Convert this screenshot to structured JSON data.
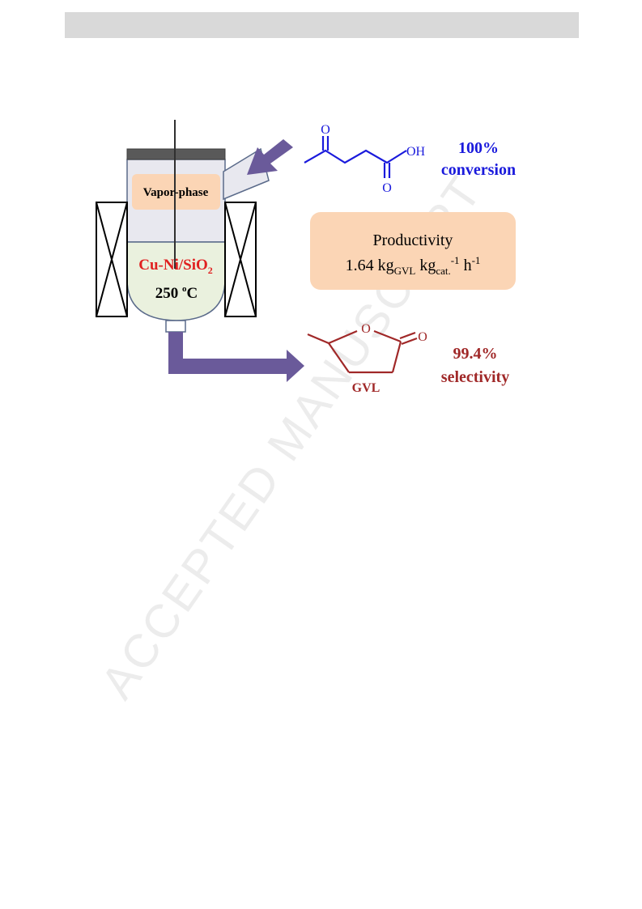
{
  "header": {
    "bar_color": "#d9d9d9"
  },
  "watermark": {
    "text": "ACCEPTED MANUSCRIPT"
  },
  "reactor": {
    "vapor_label": "Vapor-phase",
    "catalyst_main": "Cu-Ni/SiO",
    "catalyst_sub": "2",
    "temperature_value": "250 ",
    "temperature_sup": "o",
    "temperature_unit": "C"
  },
  "reactant": {
    "oxygen_label_top": "O",
    "oxygen_label_acid": "O",
    "hydroxyl_label": "OH",
    "conversion_value": "100%",
    "conversion_label": "conversion"
  },
  "productivity": {
    "title": "Productivity",
    "value": "1.64 kg",
    "sub1": "GVL",
    "unit2": " kg",
    "sub2": "cat.",
    "sup1": "-1",
    "unit3": " h",
    "sup2": "-1"
  },
  "product": {
    "ring_oxygen": "O",
    "carbonyl_oxygen": "O",
    "name": "GVL",
    "selectivity_value": "99.4%",
    "selectivity_label": "selectivity"
  },
  "colors": {
    "reactant_blue": "#1a1adc",
    "product_red": "#a02828",
    "arrow_purple": "#6a5a9a",
    "catalyst_red": "#e02020",
    "box_peach": "#fbd5b5",
    "liquid_green": "#eaf1de"
  }
}
